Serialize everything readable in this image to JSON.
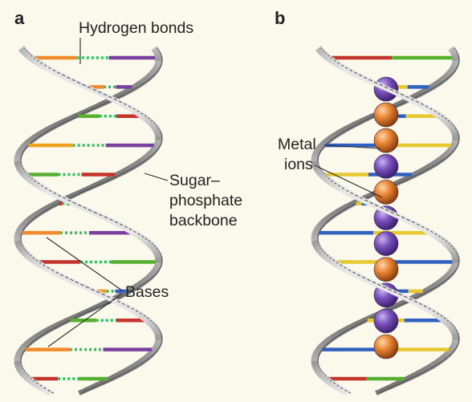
{
  "figure": {
    "panels": [
      {
        "id": "a",
        "letter": "a",
        "labels": {
          "hydrogen_bonds": "Hydrogen bonds",
          "backbone_line1": "Sugar–",
          "backbone_line2": "phosphate",
          "backbone_line3": "backbone",
          "bases": "Bases"
        },
        "rung_colors": [
          [
            "#f08a2a",
            "#7b3fa0"
          ],
          [
            "#f08a2a",
            "#7b3fa0"
          ],
          [
            "#55b030",
            "#c4342a"
          ],
          [
            "#f0a020",
            "#7b3fa0"
          ],
          [
            "#55b030",
            "#c4342a"
          ],
          [
            "#c4342a",
            "#55b030"
          ],
          [
            "#f08a2a",
            "#7b3fa0"
          ],
          [
            "#c4342a",
            "#55b030"
          ],
          [
            "#f0a020",
            "#3060c0"
          ],
          [
            "#55b030",
            "#c4342a"
          ],
          [
            "#f08a2a",
            "#7b3fa0"
          ],
          [
            "#c4342a",
            "#55b030"
          ]
        ]
      },
      {
        "id": "b",
        "letter": "b",
        "labels": {
          "metal_line1": "Metal",
          "metal_line2": "ions"
        },
        "rung_colors": [
          [
            "#c4342a",
            "#55b030"
          ],
          [
            "#e8c830",
            "#3060c0"
          ],
          [
            "#3060c0",
            "#e8c830"
          ],
          [
            "#3060c0",
            "#e8c830"
          ],
          [
            "#e8c830",
            "#3060c0"
          ],
          [
            "#e8c830",
            "#3060c0"
          ],
          [
            "#3060c0",
            "#e8c830"
          ],
          [
            "#e8c830",
            "#3060c0"
          ],
          [
            "#3060c0",
            "#e8c830"
          ],
          [
            "#e8c830",
            "#3060c0"
          ],
          [
            "#3060c0",
            "#e8c830"
          ],
          [
            "#c4342a",
            "#55b030"
          ]
        ],
        "ion_sequence": [
          "purple",
          "orange",
          "orange",
          "purple",
          "orange",
          "purple",
          "purple",
          "orange",
          "purple",
          "purple",
          "orange"
        ]
      }
    ],
    "colors": {
      "background": "#fbf8ec",
      "backbone_light": "#e4e4e4",
      "backbone_mid": "#a8a8a8",
      "backbone_dark": "#5a5a5a",
      "hydrogen_bond": "#2fc060",
      "ion_purple": "#7048b0",
      "ion_orange": "#e07a2e"
    }
  }
}
